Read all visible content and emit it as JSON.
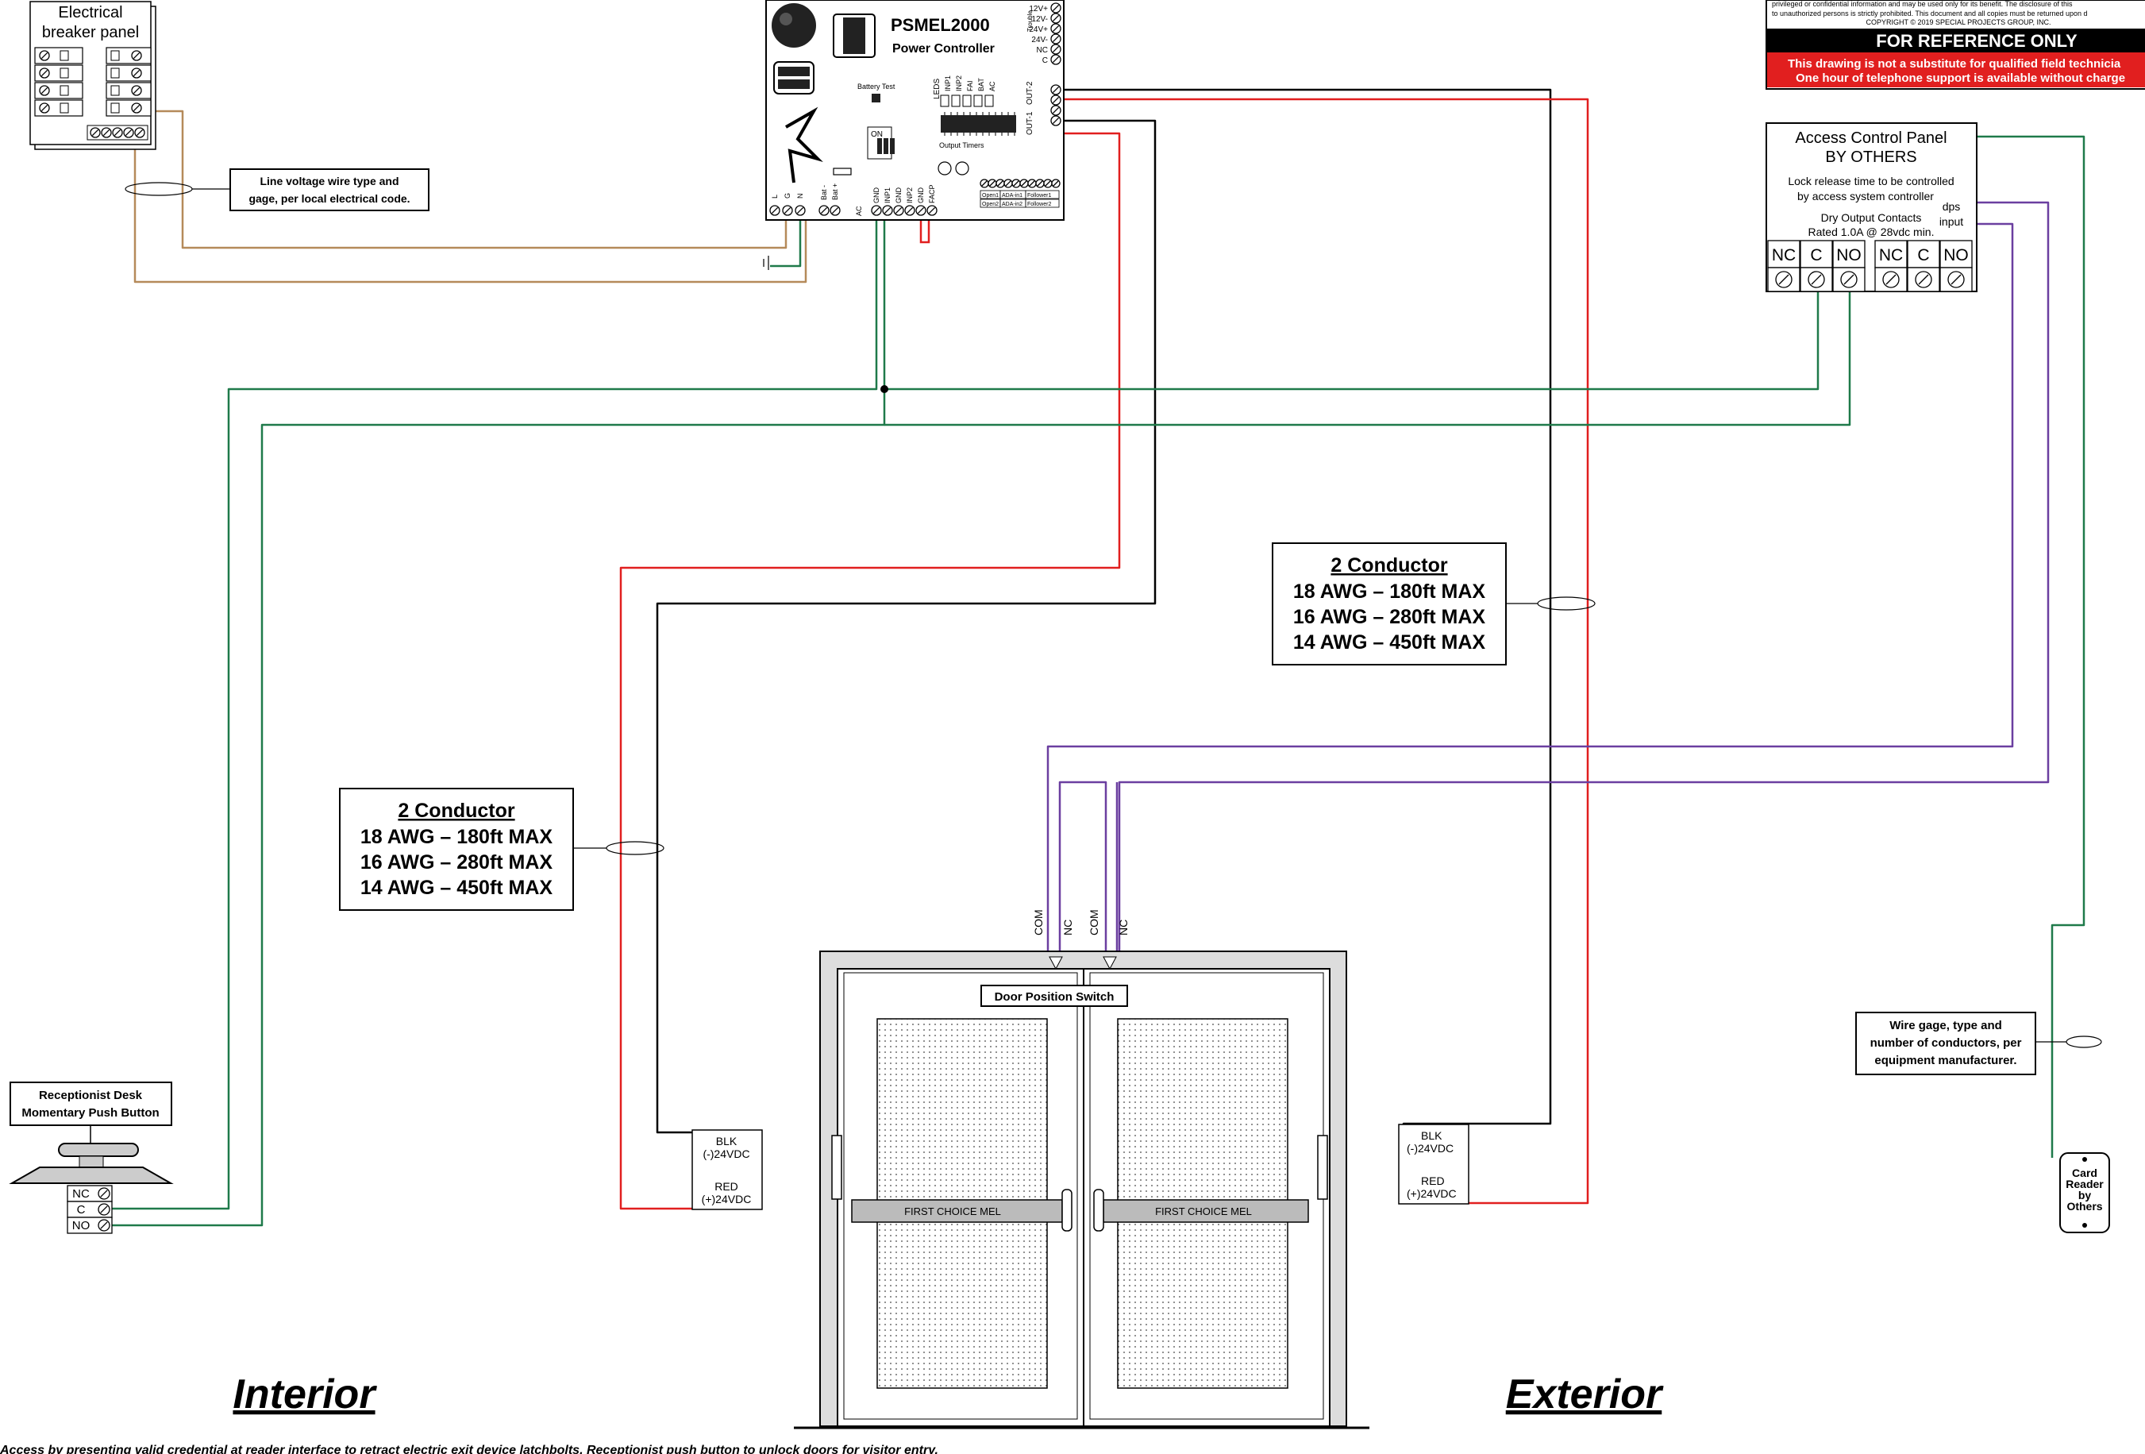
{
  "title_block": {
    "notice_line_1": "privileged or confidential information and may be used only for its benefit. The disclosure of this",
    "notice_line_2": "to unauthorized persons is strictly prohibited. This document and all copies must be returned upon d",
    "copyright": "COPYRIGHT © 2019 SPECIAL PROJECTS GROUP, INC.",
    "reference_only": "FOR REFERENCE ONLY",
    "warning_1": "This drawing is not a substitute for qualified field technicia",
    "warning_2": "One hour of telephone support is available without charge"
  },
  "breaker_panel": {
    "line1": "Electrical",
    "line2": "breaker panel"
  },
  "line_voltage_note": {
    "line1": "Line voltage wire type and",
    "line2": "gage, per local electrical code."
  },
  "power_controller": {
    "model": "PSMEL2000",
    "subtitle": "Power Controller",
    "battery_test": "Battery Test",
    "on_label": "ON",
    "leds_label": "LEDS",
    "led_labels": [
      "INP1",
      "INP2",
      "FAI",
      "BAT",
      "AC"
    ],
    "output_timers": "Output Timers",
    "top_terminals": [
      "12V+",
      "12V-",
      "24V+",
      "24V-",
      "NC",
      "C"
    ],
    "trouble_label": "Trouble",
    "out2_label": "OUT-2",
    "out1_label": "OUT-1",
    "bottom_terminals": [
      "GND",
      "INP1",
      "GND",
      "INP2",
      "GND",
      "FACP"
    ],
    "lgn_terminals": [
      "L",
      "G",
      "N"
    ],
    "bat_terminals": [
      "Bat -",
      "Bat +"
    ],
    "ac_label": "AC",
    "follower_labels": [
      "Open1",
      "ADA-in1",
      "Follower1",
      "Open2",
      "ADA-in2",
      "Follower2"
    ]
  },
  "access_panel": {
    "title": "Access Control Panel",
    "subtitle": "BY OTHERS",
    "note1": "Lock release time to be controlled",
    "note2": "by access system controller",
    "dry_contacts": "Dry Output Contacts",
    "rating": "Rated 1.0A @ 28vdc min.",
    "dps_input_1": "dps",
    "dps_input_2": "input",
    "terminals": [
      "NC",
      "C",
      "NO",
      "NC",
      "C",
      "NO"
    ]
  },
  "conductor_left": {
    "title": "2 Conductor",
    "rows": [
      "18 AWG – 180ft MAX",
      "16 AWG – 280ft MAX",
      "14 AWG – 450ft MAX"
    ]
  },
  "conductor_right": {
    "title": "2 Conductor",
    "rows": [
      "18 AWG – 180ft MAX",
      "16 AWG – 280ft MAX",
      "14 AWG – 450ft MAX"
    ]
  },
  "receptionist": {
    "line1": "Receptionist Desk",
    "line2": "Momentary Push Button",
    "terminals": [
      "NC",
      "C",
      "NO"
    ]
  },
  "dps_labels": [
    "COM",
    "NC",
    "COM",
    "NC"
  ],
  "door": {
    "dps_label": "Door Position Switch",
    "left_bar": "FIRST CHOICE MEL",
    "right_bar": "FIRST CHOICE MEL"
  },
  "left_lock_wires": {
    "blk": "BLK",
    "blk_v": "(-)24VDC",
    "red": "RED",
    "red_v": "(+)24VDC"
  },
  "right_lock_wires": {
    "blk": "BLK",
    "blk_v": "(-)24VDC",
    "red": "RED",
    "red_v": "(+)24VDC"
  },
  "card_reader_note": {
    "line1": "Wire gage, type and",
    "line2": "number of conductors, per",
    "line3": "equipment manufacturer."
  },
  "card_reader": {
    "line1": "Card",
    "line2": "Reader",
    "line3": "by",
    "line4": "Others"
  },
  "interior_label": "Interior",
  "exterior_label": "Exterior",
  "bottom_note": "Access by presenting valid credential at reader interface to retract electric exit device latchbolts. Receptionist push button to unlock doors for visitor entry.",
  "colors": {
    "black_wire": "#000000",
    "red_wire": "#e11f1f",
    "green_wire": "#1f7a4a",
    "purple_wire": "#6b3fa0",
    "line_voltage": "#b58a5a",
    "banner_red": "#e11f1f"
  }
}
